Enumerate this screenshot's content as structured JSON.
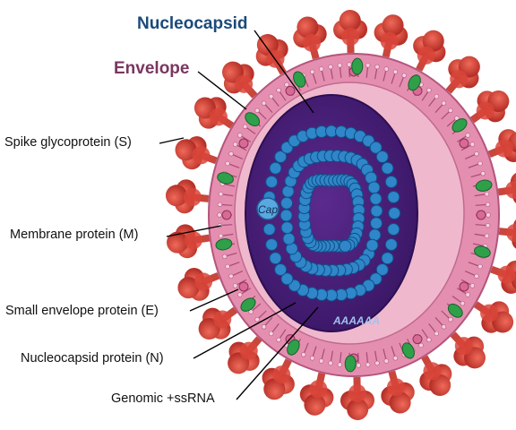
{
  "labels": {
    "nucleocapsid": "Nucleocapsid",
    "envelope": "Envelope",
    "spike": "Spike glycoprotein (S)",
    "membrane": "Membrane protein (M)",
    "small_envelope": "Small envelope protein (E)",
    "nucleocapsid_protein": "Nucleocapsid protein (N)",
    "genomic_rna": "Genomic +ssRNA"
  },
  "inner_text": {
    "cap": "Cap",
    "poly_a": "AAAAAA"
  },
  "colors": {
    "nucleocapsid_label": "#1b4a7a",
    "envelope_label": "#7a3660",
    "spike": "#d9453a",
    "membrane": "#e58fb0",
    "core": "#4a1f7a",
    "rna_coil": "#2f86c9",
    "protein_e": "#2fa04a"
  }
}
